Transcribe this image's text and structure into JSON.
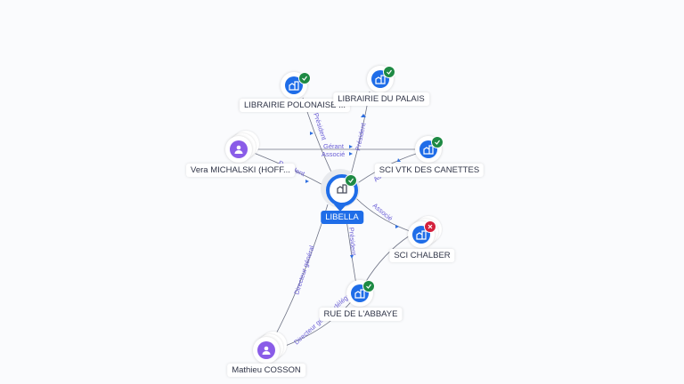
{
  "center": {
    "name": "LIBELLA",
    "icon": "building-icon",
    "status": "ok"
  },
  "nodes": [
    {
      "id": "polonaise",
      "label": "LIBRAIRIE POLONAISE ...",
      "type": "company",
      "status": "ok"
    },
    {
      "id": "palais",
      "label": "LIBRAIRIE DU PALAIS",
      "type": "company",
      "status": "ok"
    },
    {
      "id": "michalski",
      "label": "Vera MICHALSKI (HOFF...",
      "type": "person",
      "status": null
    },
    {
      "id": "canettes",
      "label": "SCI VTK DES CANETTES",
      "type": "company",
      "status": "ok"
    },
    {
      "id": "chalber",
      "label": "SCI CHALBER",
      "type": "company",
      "status": "ko"
    },
    {
      "id": "abbaye",
      "label": "RUE DE L'ABBAYE",
      "type": "company",
      "status": "ok"
    },
    {
      "id": "cosson",
      "label": "Mathieu COSSON",
      "type": "person",
      "status": null
    }
  ],
  "edge_labels": {
    "polonaise_president": "Président",
    "palais_president": "Président",
    "michalski_gerant": "Gérant",
    "michalski_associe": "Associé",
    "michalski_president": "Président",
    "canettes_associe": "Associé",
    "chalber_associe": "Associé",
    "abbaye_president": "Président",
    "cosson_dg": "Directeur général",
    "cosson_dg_abbaye": "Directeur général délégué"
  },
  "colors": {
    "company": "#1f6de8",
    "person": "#8a5ce8",
    "status_ok": "#1e8a44",
    "status_ko": "#d4213c",
    "edge_label": "#6b5fd6"
  }
}
